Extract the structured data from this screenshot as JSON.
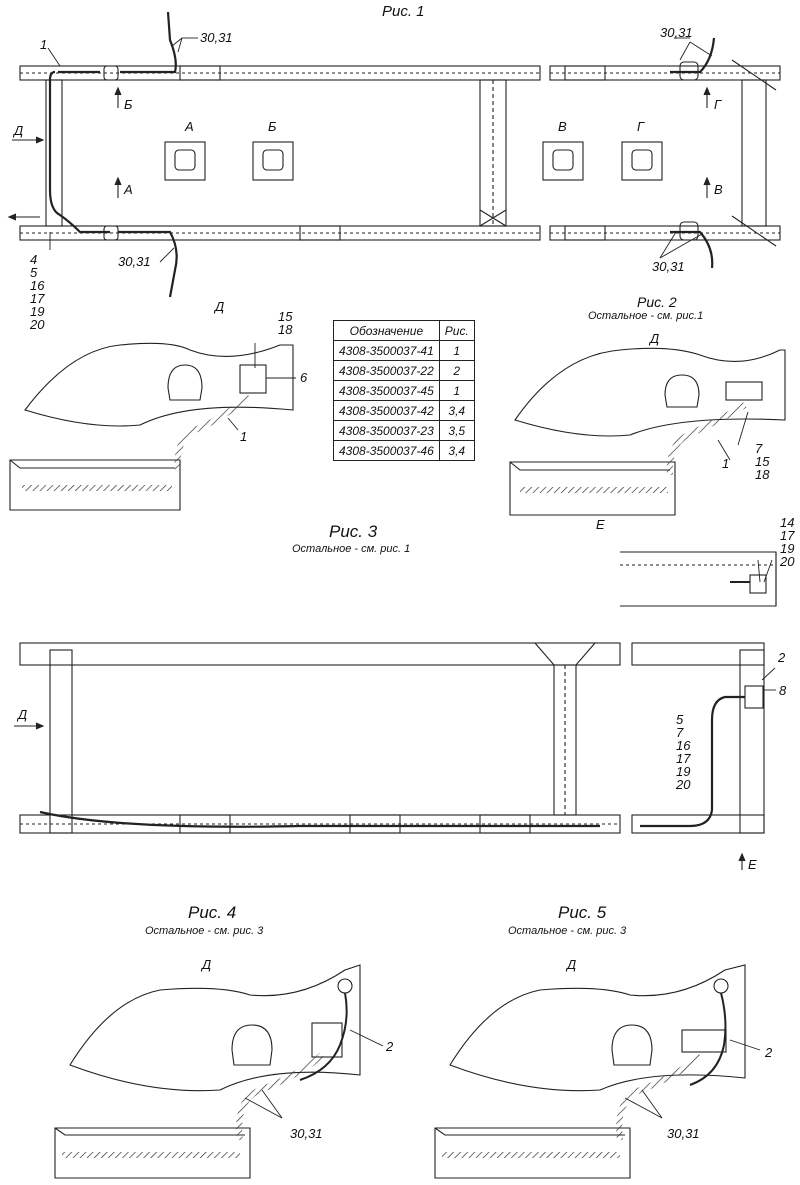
{
  "figures": {
    "fig1": {
      "title": "Рис. 1"
    },
    "fig2": {
      "title": "Рис. 2",
      "note": "Остальное - см. рис.1"
    },
    "fig3": {
      "title": "Рис. 3",
      "note": "Остальное - см. рис. 1"
    },
    "fig4": {
      "title": "Рис. 4",
      "note": "Остальное - см. рис. 3"
    },
    "fig5": {
      "title": "Рис. 5",
      "note": "Остальное - см. рис. 3"
    }
  },
  "views": {
    "a": "А",
    "b": "Б",
    "v": "В",
    "g": "Г",
    "d": "Д",
    "e": "Е"
  },
  "callouts": {
    "c1": "1",
    "c2": "2",
    "c6": "6",
    "c8": "8",
    "c3031": "30,31",
    "fig1_stack": [
      "4",
      "5",
      "16",
      "17",
      "19",
      "20"
    ],
    "fig1_top": [
      "15",
      "18"
    ],
    "fig2_stack": [
      "7",
      "15",
      "18"
    ],
    "fig3_stack_e": [
      "14",
      "17",
      "19",
      "20"
    ],
    "fig3_stack_main": [
      "5",
      "7",
      "16",
      "17",
      "19",
      "20"
    ]
  },
  "table": {
    "headers": [
      "Обозначение",
      "Рис."
    ],
    "rows": [
      [
        "4308-3500037-41",
        "1"
      ],
      [
        "4308-3500037-22",
        "2"
      ],
      [
        "4308-3500037-45",
        "1"
      ],
      [
        "4308-3500037-42",
        "3,4"
      ],
      [
        "4308-3500037-23",
        "3,5"
      ],
      [
        "4308-3500037-46",
        "3,4"
      ]
    ]
  }
}
